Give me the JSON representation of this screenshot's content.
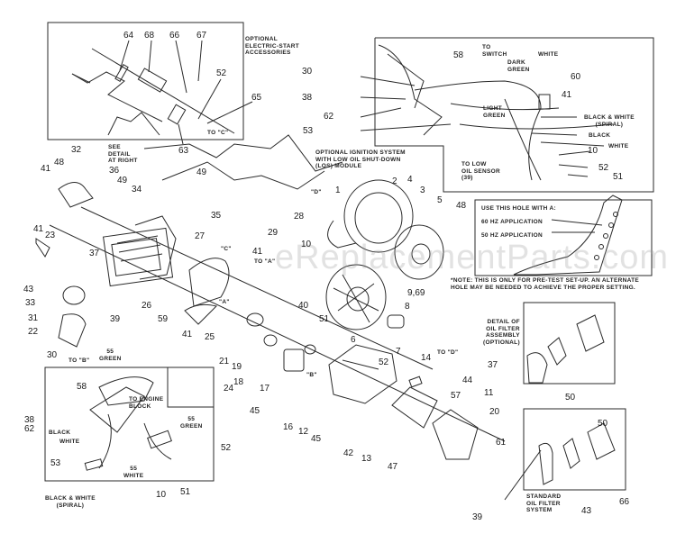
{
  "watermark": "eReplacementParts.com",
  "insets": {
    "electric_start": {
      "caption": "OPTIONAL\nELECTRIC-START\nACCESSORIES",
      "to_label": "TO \"C\"",
      "callouts": [
        "64",
        "68",
        "66",
        "67",
        "52",
        "65",
        "63"
      ]
    },
    "ignition_system": {
      "caption": "OPTIONAL IGNITION SYSTEM\nWITH LOW OIL SHUT-DOWN\n(LOS) MODULE",
      "to_switch": "TO\nSWITCH",
      "dark_green": "DARK\nGREEN",
      "white_top": "WHITE",
      "light_green": "LIGHT\nGREEN",
      "to_low_oil": "TO LOW\nOIL SENSOR\n(39)",
      "bw_spiral": "BLACK & WHITE\n(SPIRAL)",
      "black": "BLACK",
      "white": "WHITE",
      "callouts": [
        "30",
        "38",
        "62",
        "53",
        "58",
        "60",
        "41",
        "10",
        "52",
        "51"
      ]
    },
    "hole_note": {
      "heading": "USE THIS HOLE WITH A:",
      "hz60": "60 Hz APPLICATION",
      "hz50": "50 Hz APPLICATION",
      "note": "*NOTE: THIS IS ONLY FOR PRE-TEST SET-UP. AN ALTERNATE\nHOLE MAY BE NEEDED TO ACHIEVE THE PROPER SETTING."
    },
    "oil_filter_detail": {
      "caption": "DETAIL OF\nOIL FILTER\nASSEMBLY\n(OPTIONAL)",
      "callouts": [
        "37",
        "50"
      ]
    },
    "standard_oil_filter": {
      "caption": "STANDARD\nOIL FILTER\nSYSTEM",
      "callouts": [
        "50",
        "61",
        "66",
        "43",
        "39"
      ]
    },
    "wiring_detail": {
      "green_top": "55\nGREEN",
      "to_engine_block": "TO ENGINE\nBLOCK",
      "green_right": "55\nGREEN",
      "black": "BLACK",
      "white": "WHITE",
      "white_bottom": "55\nWHITE",
      "bw_spiral": "BLACK & WHITE\n(SPIRAL)",
      "to_b": "TO \"B\"",
      "callouts": [
        "30",
        "58",
        "38",
        "62",
        "53",
        "24",
        "52",
        "10",
        "51"
      ]
    }
  },
  "main_labels": {
    "see_detail": "SEE\nDETAIL\nAT RIGHT",
    "ref_a": "\"A\"",
    "ref_b": "\"B\"",
    "ref_c": "\"C\"",
    "ref_d": "\"D\"",
    "to_a": "TO \"A\"",
    "to_d": "TO \"D\""
  },
  "callouts": [
    {
      "n": "32"
    },
    {
      "n": "48"
    },
    {
      "n": "41"
    },
    {
      "n": "49"
    },
    {
      "n": "34"
    },
    {
      "n": "36"
    },
    {
      "n": "49"
    },
    {
      "n": "35"
    },
    {
      "n": "41"
    },
    {
      "n": "23"
    },
    {
      "n": "27"
    },
    {
      "n": "28"
    },
    {
      "n": "29"
    },
    {
      "n": "37"
    },
    {
      "n": "43"
    },
    {
      "n": "33"
    },
    {
      "n": "39"
    },
    {
      "n": "26"
    },
    {
      "n": "59"
    },
    {
      "n": "31"
    },
    {
      "n": "41"
    },
    {
      "n": "25"
    },
    {
      "n": "22"
    },
    {
      "n": "41"
    },
    {
      "n": "1"
    },
    {
      "n": "2"
    },
    {
      "n": "4"
    },
    {
      "n": "3"
    },
    {
      "n": "5"
    },
    {
      "n": "48"
    },
    {
      "n": "10"
    },
    {
      "n": "51"
    },
    {
      "n": "9,69"
    },
    {
      "n": "8"
    },
    {
      "n": "6"
    },
    {
      "n": "7"
    },
    {
      "n": "40"
    },
    {
      "n": "21"
    },
    {
      "n": "19"
    },
    {
      "n": "18"
    },
    {
      "n": "17"
    },
    {
      "n": "16"
    },
    {
      "n": "12"
    },
    {
      "n": "45"
    },
    {
      "n": "45"
    },
    {
      "n": "42"
    },
    {
      "n": "52"
    },
    {
      "n": "14"
    },
    {
      "n": "44"
    },
    {
      "n": "57"
    },
    {
      "n": "13"
    },
    {
      "n": "47"
    },
    {
      "n": "11"
    },
    {
      "n": "20"
    }
  ]
}
